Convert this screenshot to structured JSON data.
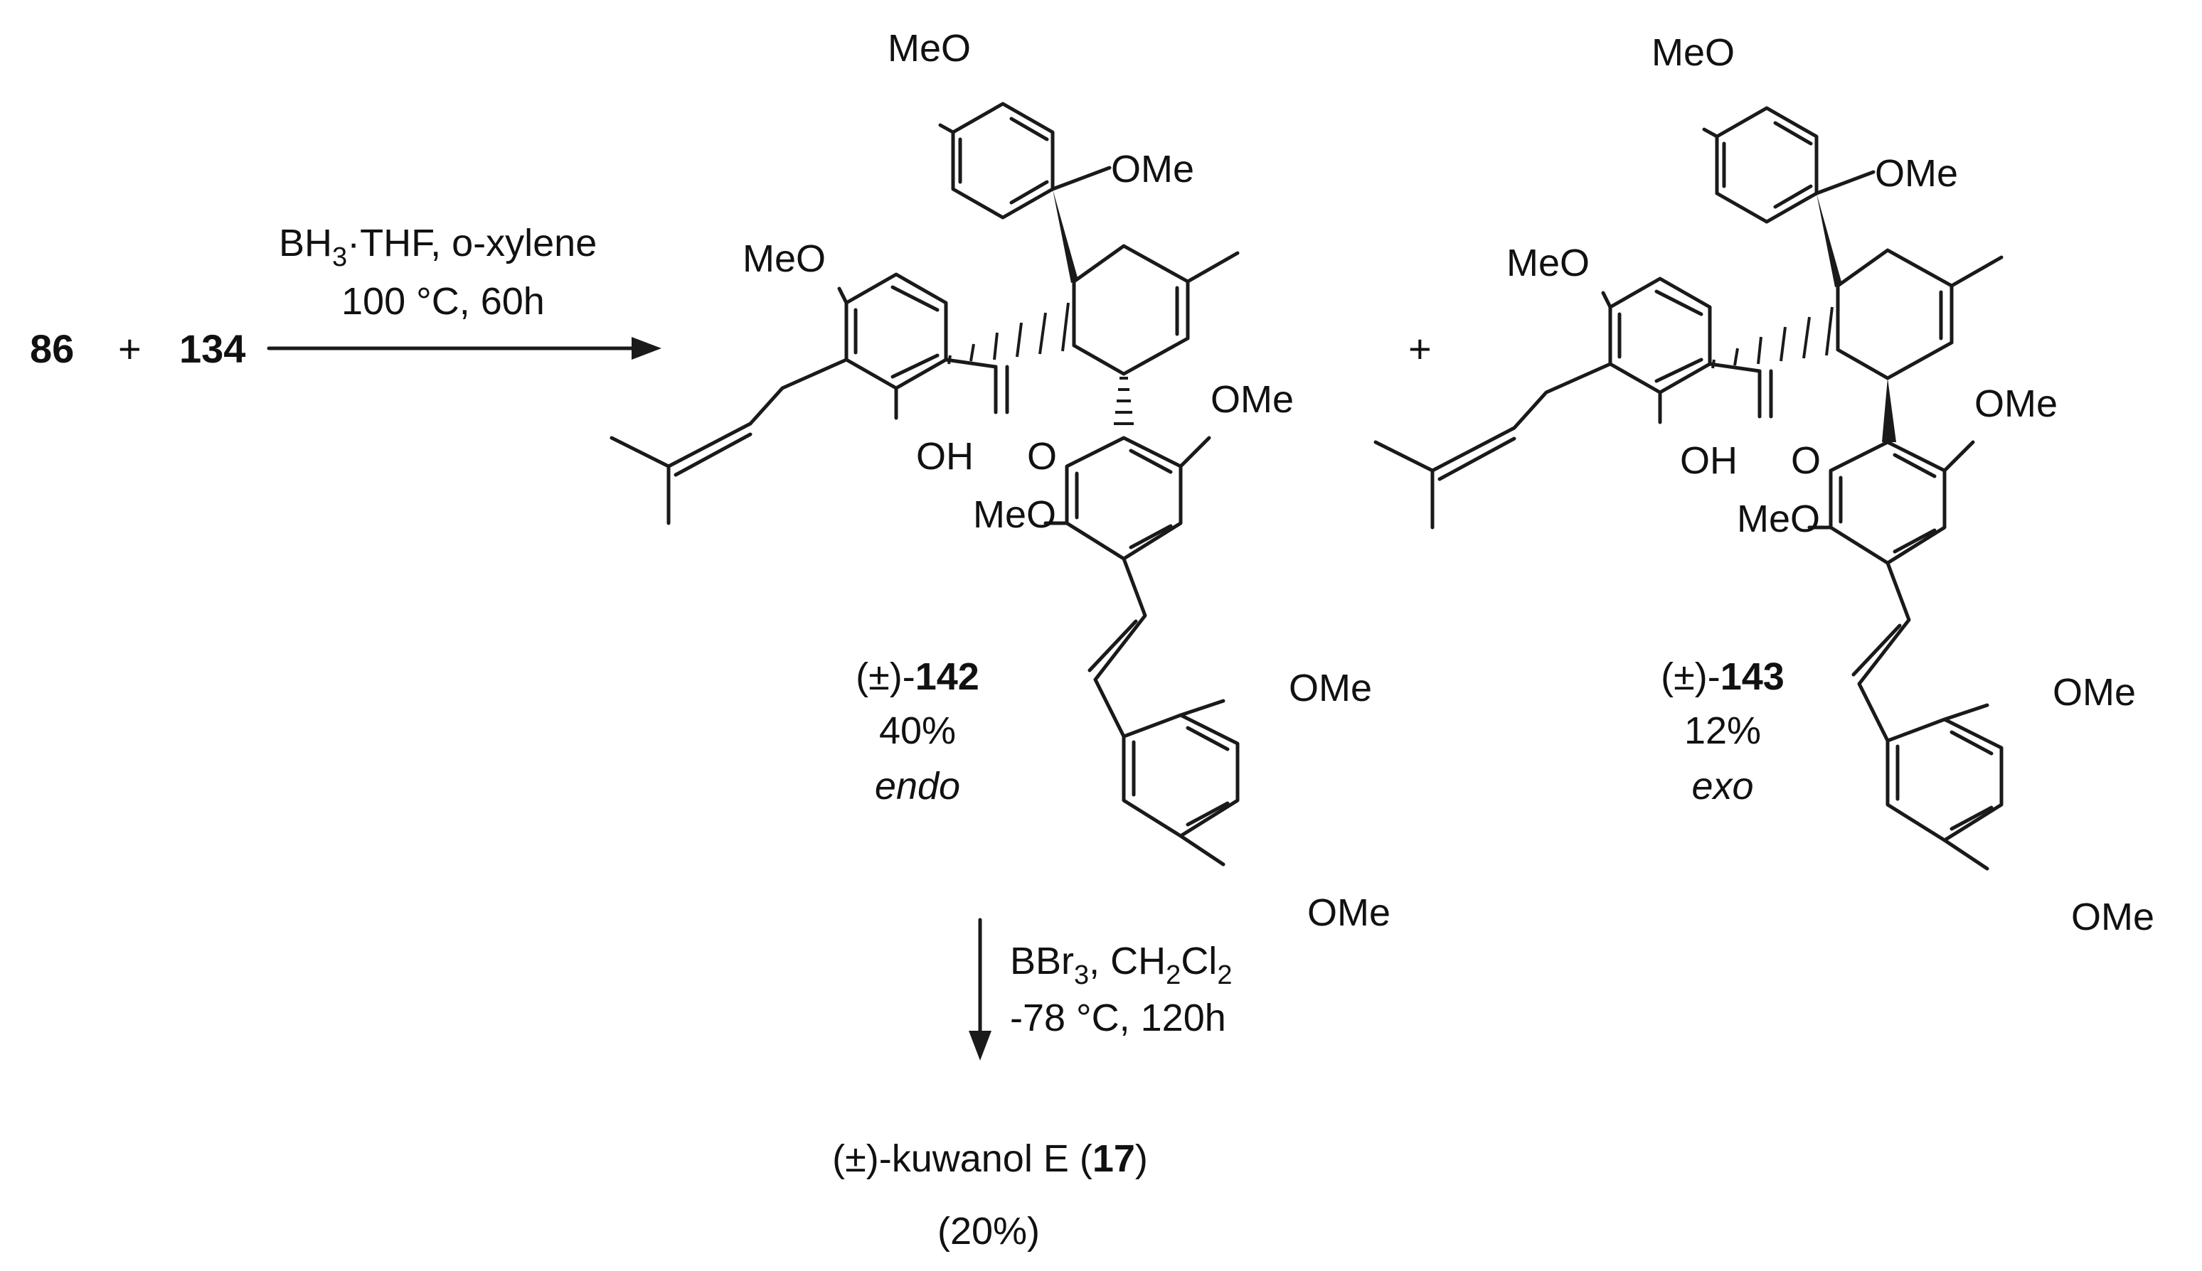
{
  "reactants": {
    "first": "86",
    "plus": "+",
    "second": "134"
  },
  "step1": {
    "reagent_main": "BH",
    "reagent_sub": "3",
    "reagent_rest": "·THF, o-xylene",
    "conditions": "100 °C, 60h"
  },
  "product_plus": "+",
  "atom_labels": {
    "meo": "MeO",
    "ome": "OMe",
    "oh": "OH",
    "o": "O"
  },
  "products": [
    {
      "prefix": "(±)-",
      "number": "142",
      "yield": "40%",
      "stereo": "endo"
    },
    {
      "prefix": "(±)-",
      "number": "143",
      "yield": "12%",
      "stereo": "exo"
    }
  ],
  "step2": {
    "bbr": "BBr",
    "bbr_sub": "3",
    "sep": ", CH",
    "ch_sub": "2",
    "cl": "Cl",
    "cl_sub": "2",
    "conditions": "-78 °C, 120h"
  },
  "final": {
    "name_prefix": "(±)-kuwanol E (",
    "number": "17",
    "name_suffix": ")",
    "yield": "(20%)"
  }
}
